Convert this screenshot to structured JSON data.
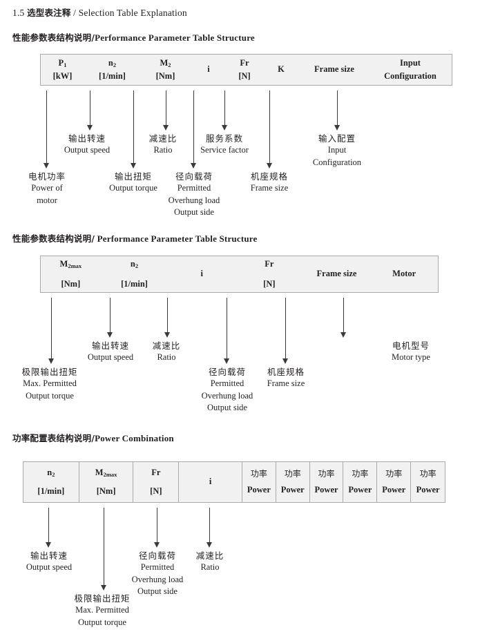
{
  "document": {
    "section_number": "1.5",
    "title_cn": "选型表注释",
    "title_sep": "/",
    "title_en": "Selection Table Explanation"
  },
  "sections": [
    {
      "heading_cn": "性能参数表结构说明",
      "heading_sep": "/",
      "heading_en": "Performance Parameter Table Structure",
      "table": {
        "bordered_cells": false,
        "columns": [
          {
            "line1": "P",
            "sub1": "1",
            "line2": "[kW]"
          },
          {
            "line1": "n",
            "sub1": "2",
            "line2": "[1/min]"
          },
          {
            "line1": "M",
            "sub1": "2",
            "line2": "[Nm]"
          },
          {
            "line1": "i",
            "sub1": "",
            "line2": ""
          },
          {
            "line1": "Fr",
            "sub1": "",
            "line2": "[N]"
          },
          {
            "line1": "K",
            "sub1": "",
            "line2": ""
          },
          {
            "line1": "Frame size",
            "sub1": "",
            "line2": ""
          },
          {
            "line1": "Input",
            "sub1": "",
            "line2": "Configuration"
          }
        ]
      },
      "callouts": [
        {
          "cn": "电机功率",
          "en": [
            "Power of",
            "motor"
          ]
        },
        {
          "cn": "输出转速",
          "en": [
            "Output speed"
          ]
        },
        {
          "cn": "输出扭矩",
          "en": [
            "Output torque"
          ]
        },
        {
          "cn": "减速比",
          "en": [
            "Ratio"
          ]
        },
        {
          "cn": "径向载荷",
          "en": [
            "Permitted",
            "Overhung load",
            "Output side"
          ]
        },
        {
          "cn": "服务系数",
          "en": [
            "Service factor"
          ]
        },
        {
          "cn": "机座规格",
          "en": [
            "Frame size"
          ]
        },
        {
          "cn": "输入配置",
          "en": [
            "Input",
            "Configuration"
          ]
        }
      ]
    },
    {
      "heading_cn": "性能参数表结构说明",
      "heading_sep": "/",
      "heading_en": "Performance Parameter Table Structure",
      "table": {
        "bordered_cells": false,
        "columns": [
          {
            "line1": "M",
            "sub1": "2max",
            "line2": "[Nm]"
          },
          {
            "line1": "n",
            "sub1": "2",
            "line2": "[1/min]"
          },
          {
            "line1": "i",
            "sub1": "",
            "line2": ""
          },
          {
            "line1": "Fr",
            "sub1": "",
            "line2": "[N]"
          },
          {
            "line1": "Frame size",
            "sub1": "",
            "line2": ""
          },
          {
            "line1": "Motor",
            "sub1": "",
            "line2": ""
          }
        ]
      },
      "callouts": [
        {
          "cn": "极限输出扭矩",
          "en": [
            "Max. Permitted",
            "Output  torque"
          ]
        },
        {
          "cn": "输出转速",
          "en": [
            "Output speed"
          ]
        },
        {
          "cn": "减速比",
          "en": [
            "Ratio"
          ]
        },
        {
          "cn": "径向载荷",
          "en": [
            "Permitted",
            "Overhung load",
            "Output side"
          ]
        },
        {
          "cn": "机座规格",
          "en": [
            "Frame size"
          ]
        },
        {
          "cn": "电机型号",
          "en": [
            "Motor type"
          ]
        }
      ]
    },
    {
      "heading_cn": "功率配置表结构说明",
      "heading_sep": "/",
      "heading_en": "Power Combination",
      "table": {
        "bordered_cells": true,
        "columns": [
          {
            "line1": "n",
            "sub1": "2",
            "line2": "[1/min]"
          },
          {
            "line1": "M",
            "sub1": "2max",
            "line2": "[Nm]"
          },
          {
            "line1": "Fr",
            "sub1": "",
            "line2": "[N]"
          },
          {
            "line1": "i",
            "sub1": "",
            "line2": ""
          },
          {
            "line1": "功率",
            "sub1": "",
            "line2": "Power"
          },
          {
            "line1": "功率",
            "sub1": "",
            "line2": "Power"
          },
          {
            "line1": "功率",
            "sub1": "",
            "line2": "Power"
          },
          {
            "line1": "功率",
            "sub1": "",
            "line2": "Power"
          },
          {
            "line1": "功率",
            "sub1": "",
            "line2": "Power"
          },
          {
            "line1": "功率",
            "sub1": "",
            "line2": "Power"
          }
        ]
      },
      "callouts": [
        {
          "cn": "输出转速",
          "en": [
            "Output speed"
          ]
        },
        {
          "cn": "极限输出扭矩",
          "en": [
            "Max. Permitted",
            "Output  torque"
          ]
        },
        {
          "cn": "径向载荷",
          "en": [
            "Permitted",
            "Overhung load",
            "Output side"
          ]
        },
        {
          "cn": "减速比",
          "en": [
            "Ratio"
          ]
        }
      ]
    }
  ],
  "colors": {
    "text": "#231f20",
    "table_fill": "#f1f1f1",
    "table_border": "#a9a9a9",
    "arrow": "#3a3a3a"
  }
}
